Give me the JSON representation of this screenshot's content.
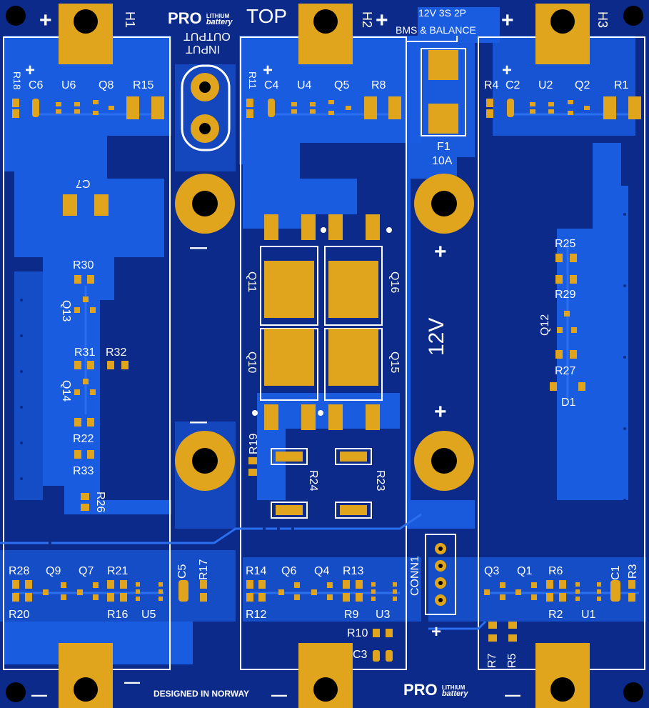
{
  "board": {
    "title": "TOP",
    "brand": "PRO",
    "brand_sub_top": "LITHIUM",
    "brand_sub_bottom": "battery",
    "spec_line1": "12V  3S  2P",
    "spec_line2": "BMS & BALANCE",
    "input_label": "INPUT",
    "output_label": "OUTPUT",
    "designed": "DESIGNED IN NORWAY",
    "voltage_label": "12V",
    "fuse_name": "F1",
    "fuse_value": "10A",
    "connector": "CONN1",
    "plus": "+",
    "minus": "—"
  },
  "holes": {
    "h1": "H1",
    "h2": "H2",
    "h3": "H3"
  },
  "refs": {
    "r1": "R1",
    "r2": "R2",
    "r3": "R3",
    "r4": "R4",
    "r5": "R5",
    "r6": "R6",
    "r7": "R7",
    "r8": "R8",
    "r9": "R9",
    "r10": "R10",
    "r11": "R11",
    "r12": "R12",
    "r13": "R13",
    "r14": "R14",
    "r15": "R15",
    "r16": "R16",
    "r17": "R17",
    "r18": "R18",
    "r19": "R19",
    "r20": "R20",
    "r21": "R21",
    "r22": "R22",
    "r23": "R23",
    "r24": "R24",
    "r25": "R25",
    "r26": "R26",
    "r27": "R27",
    "r28": "R28",
    "r29": "R29",
    "r30": "R30",
    "r31": "R31",
    "r32": "R32",
    "r33": "R33",
    "c1": "C1",
    "c2": "C2",
    "c3": "C3",
    "c4": "C4",
    "c5": "C5",
    "c6": "C6",
    "c7": "C7",
    "u1": "U1",
    "u2": "U2",
    "u3": "U3",
    "u4": "U4",
    "u5": "U5",
    "u6": "U6",
    "q1": "Q1",
    "q2": "Q2",
    "q3": "Q3",
    "q4": "Q4",
    "q5": "Q5",
    "q6": "Q6",
    "q7": "Q7",
    "q8": "Q8",
    "q9": "Q9",
    "q10": "Q10",
    "q11": "Q11",
    "q12": "Q12",
    "q13": "Q13",
    "q14": "Q14",
    "q15": "Q15",
    "q16": "Q16",
    "d1": "D1"
  },
  "colors": {
    "board": "#0b2a8a",
    "copper": "#1a5ce0",
    "copper_light": "#2a6ff0",
    "pad": "#e0a51c",
    "silk": "#ffffff",
    "drill": "#000000"
  }
}
